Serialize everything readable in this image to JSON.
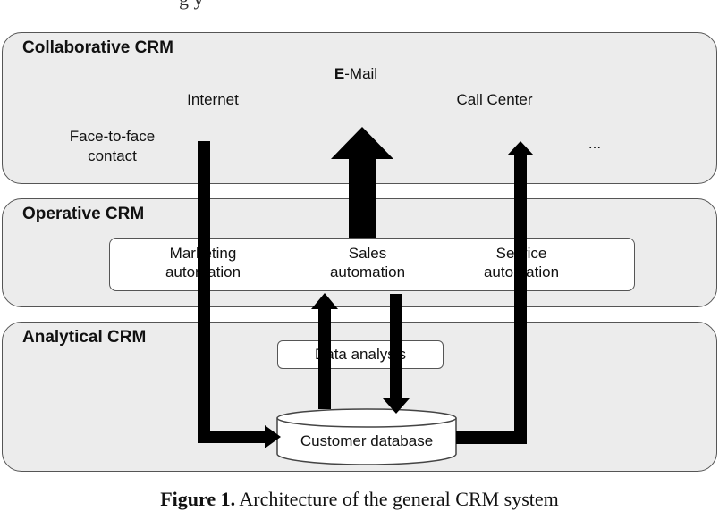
{
  "header_fragment": "g        y",
  "layers": {
    "collaborative": "Collaborative CRM",
    "operative": "Operative CRM",
    "analytical": "Analytical CRM"
  },
  "channels": {
    "email_bold": "E",
    "email_rest": "-Mail",
    "internet": "Internet",
    "call_center": "Call Center",
    "face_line1": "Face-to-face",
    "face_line2": "contact",
    "more": "..."
  },
  "automation": {
    "marketing": [
      "Marketing",
      "automation"
    ],
    "sales": [
      "Sales",
      "automation"
    ],
    "service": [
      "Service",
      "automation"
    ]
  },
  "data_analysis": "Data analysis",
  "database": "Customer database",
  "caption": {
    "prefix": "Figure 1.",
    "text": " Architecture of the general CRM system"
  }
}
